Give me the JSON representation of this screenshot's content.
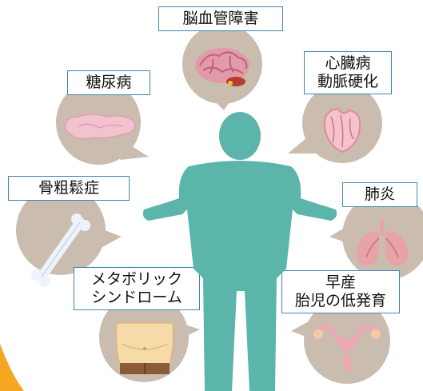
{
  "labels": {
    "stroke": "脳血管障害",
    "heart_line1": "心臓病",
    "heart_line2": "動脈硬化",
    "diabetes": "糖尿病",
    "osteoporosis": "骨粗鬆症",
    "pneumonia": "肺炎",
    "metabolic_line1": "メタボリック",
    "metabolic_line2": "シンドローム",
    "premature_line1": "早産",
    "premature_line2": "胎児の低発育"
  },
  "colors": {
    "figure": "#5cb5ab",
    "bubble": "#cbbcb0",
    "label_border": "#3f86b3",
    "brain": "#e39aa8",
    "lung": "#e7a3a7",
    "pancreas": "#f2c2cf",
    "bone": "#eef3fb",
    "belly_skin": "#f6dba8",
    "uterus": "#f0a6b4"
  },
  "icons": [
    "brain-icon",
    "heart-icon",
    "pancreas-icon",
    "bone-icon",
    "lungs-icon",
    "belly-icon",
    "uterus-icon"
  ]
}
